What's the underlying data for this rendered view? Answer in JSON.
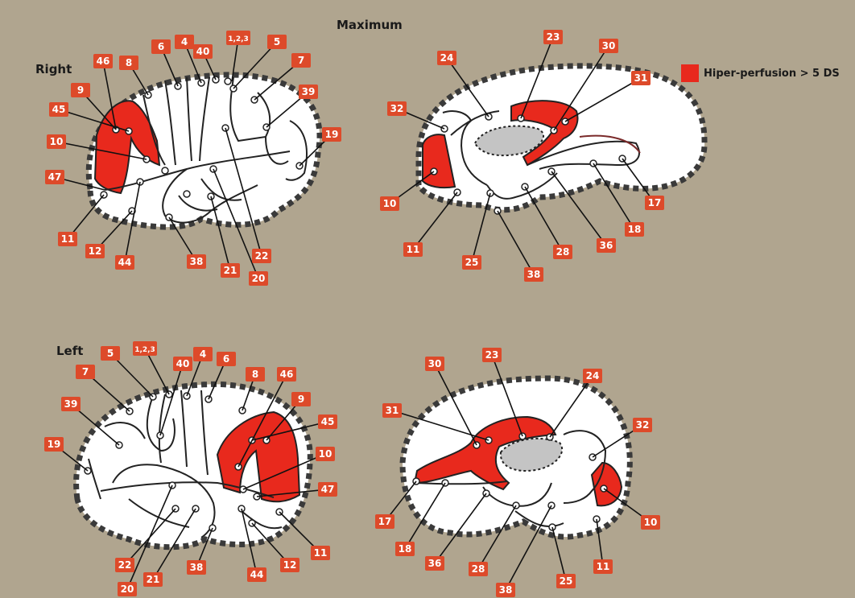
{
  "header": {
    "title": "Maximum"
  },
  "legend": {
    "color": "#e8291d",
    "text": "Hiper-perfusion > 5 DS"
  },
  "views": {
    "right_lateral": {
      "side_label": "Right",
      "labels": [
        "1,2,3",
        "4",
        "5",
        "6",
        "7",
        "8",
        "9",
        "10",
        "11",
        "12",
        "19",
        "20",
        "21",
        "22",
        "38",
        "39",
        "40",
        "44",
        "45",
        "46",
        "47"
      ]
    },
    "right_medial": {
      "labels": [
        "10",
        "11",
        "17",
        "18",
        "23",
        "24",
        "25",
        "28",
        "30",
        "31",
        "32",
        "36",
        "38"
      ]
    },
    "left_lateral": {
      "side_label": "Left",
      "labels": [
        "1,2,3",
        "4",
        "5",
        "6",
        "7",
        "8",
        "9",
        "10",
        "11",
        "12",
        "19",
        "20",
        "21",
        "22",
        "38",
        "39",
        "40",
        "44",
        "45",
        "46",
        "47"
      ]
    },
    "left_medial": {
      "labels": [
        "10",
        "11",
        "17",
        "18",
        "23",
        "24",
        "25",
        "28",
        "30",
        "31",
        "32",
        "36",
        "38"
      ]
    }
  },
  "colors": {
    "background": "#b0a58f",
    "hyperperfusion": "#e8291d",
    "label_box": "#dd4a2a",
    "brain_fill": "#ffffff",
    "ventricle": "#c4c4c4"
  }
}
